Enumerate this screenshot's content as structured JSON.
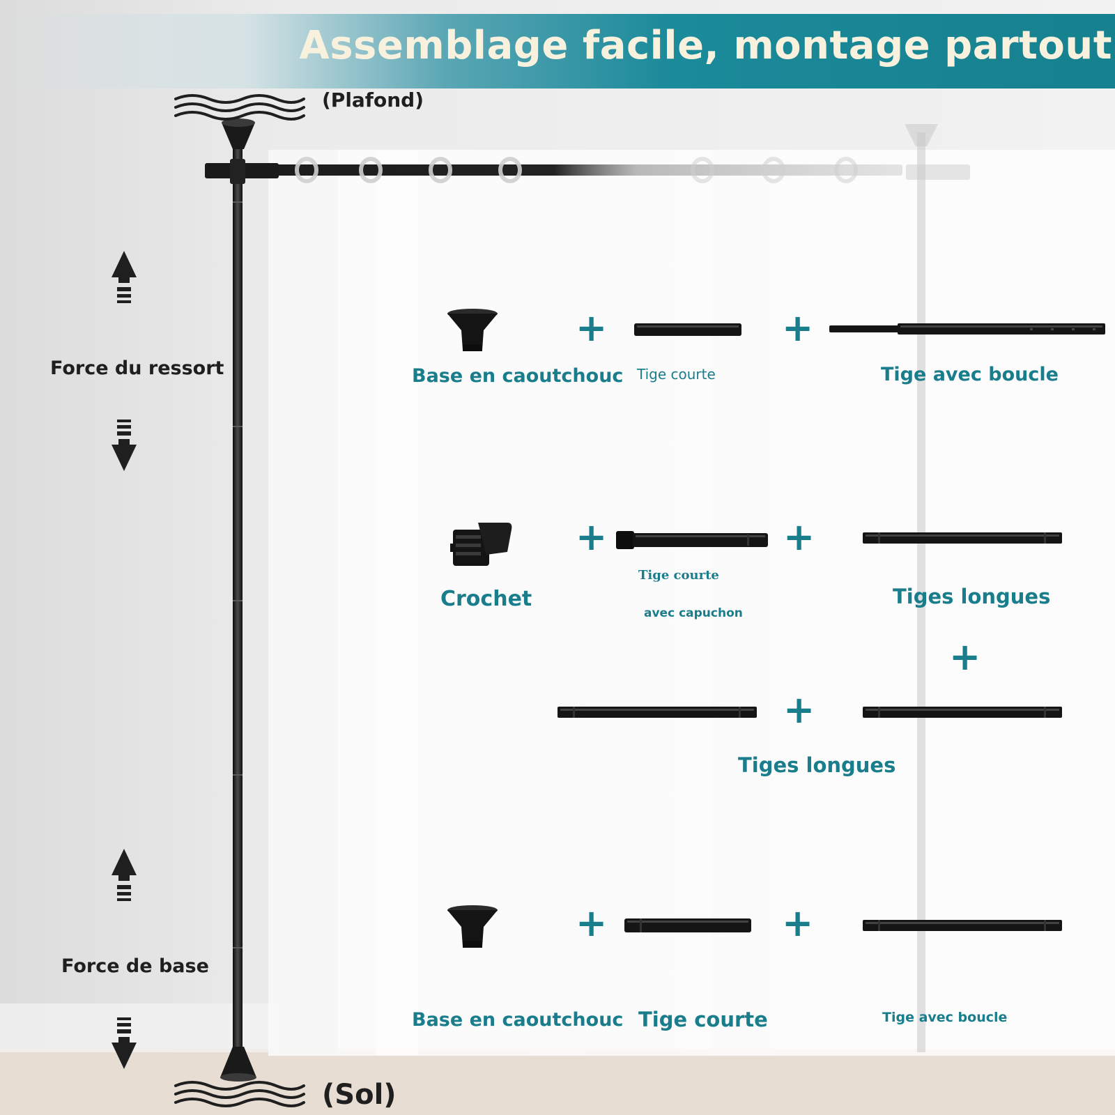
{
  "banner": {
    "title": "Assemblage facile, montage partout"
  },
  "scene_labels": {
    "ceiling": "(Plafond)",
    "floor": "(Sol)",
    "spring_force": "Force du ressort",
    "base_force": "Force de base"
  },
  "rows": [
    {
      "parts": [
        {
          "icon": "rubber-base-icon",
          "label": "Base en caoutchouc"
        },
        {
          "icon": "short-rod-icon",
          "label": "Tige courte"
        },
        {
          "icon": "loop-rod-icon",
          "label": "Tige avec boucle"
        }
      ]
    },
    {
      "parts": [
        {
          "icon": "hook-bracket-icon",
          "label": "Crochet"
        },
        {
          "icon": "capped-short-rod-icon",
          "label": "Tige courte",
          "sublabel": "avec capuchon"
        },
        {
          "icon": "long-rod-icon",
          "label": "Tiges longues"
        }
      ]
    },
    {
      "parts": [
        {
          "icon": "long-rod-icon"
        },
        {
          "icon": "long-rod-icon"
        }
      ],
      "caption": "Tiges longues"
    },
    {
      "parts": [
        {
          "icon": "rubber-base-icon",
          "label": "Base en caoutchouc"
        },
        {
          "icon": "short-rod-icon",
          "label": "Tige courte"
        },
        {
          "icon": "long-rod-icon",
          "label": "Tige avec boucle"
        }
      ]
    }
  ],
  "plus_symbol": "+",
  "colors": {
    "accent": "#1a7d8c",
    "banner": "#16818f",
    "rod": "#1a1a1a",
    "title_text": "#f7f1de"
  }
}
